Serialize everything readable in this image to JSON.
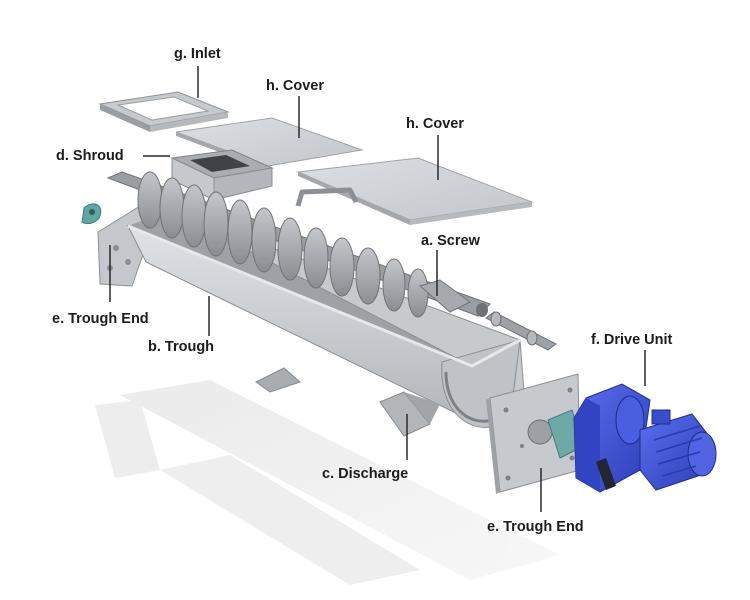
{
  "labels": {
    "inlet": "g. Inlet",
    "cover_left": "h. Cover",
    "cover_right": "h. Cover",
    "shroud": "d. Shroud",
    "screw": "a. Screw",
    "trough_end_left": "e. Trough End",
    "trough": "b. Trough",
    "drive_unit": "f. Drive Unit",
    "discharge": "c. Discharge",
    "trough_end_right": "e. Trough End"
  },
  "colors": {
    "steel_light": "#d2d5d9",
    "steel_mid": "#aeb2b7",
    "steel_dark": "#7d8187",
    "drive_blue": "#4056d6",
    "drive_blue_dark": "#2b3bab",
    "teal_bearing": "#5fa7a4",
    "leader_line": "#2a2a2a"
  }
}
